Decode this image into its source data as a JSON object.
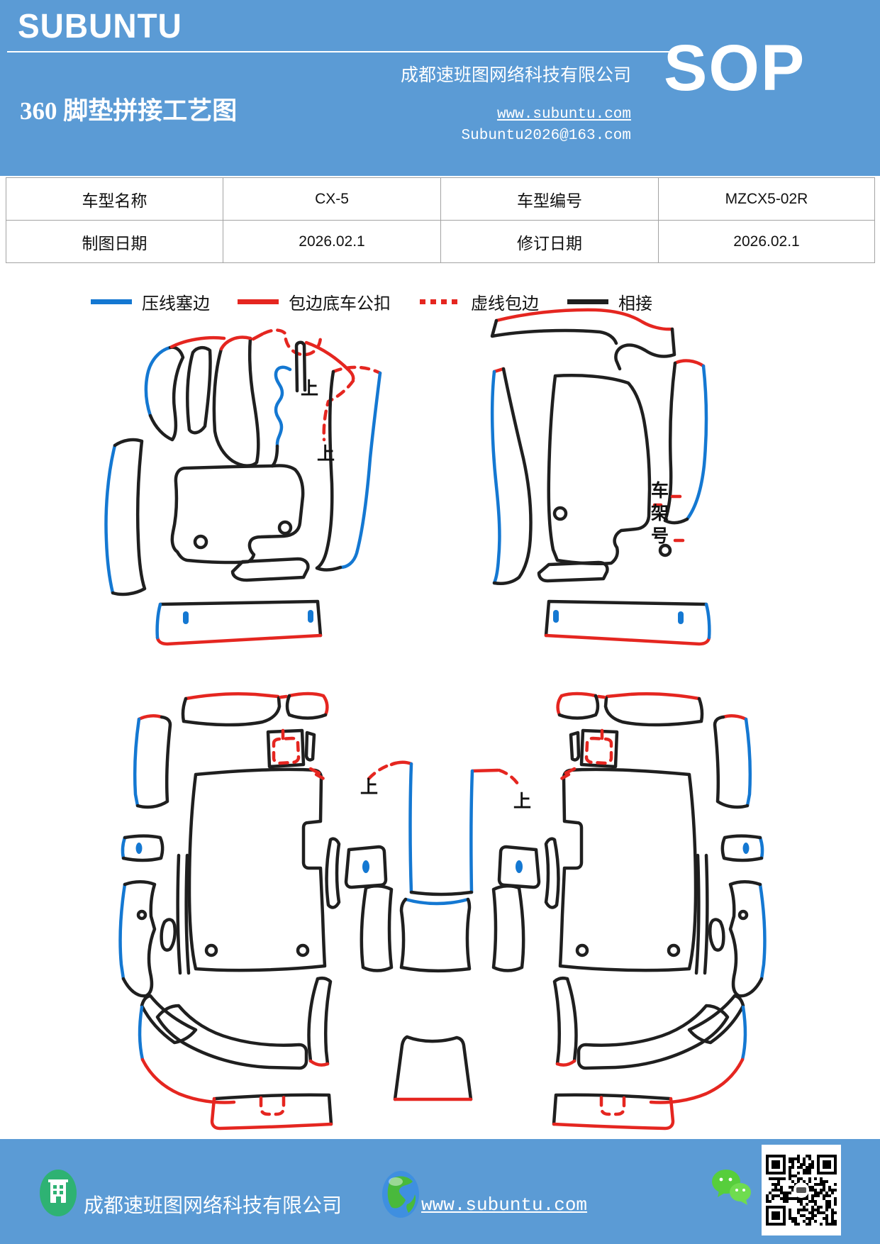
{
  "header": {
    "brand": "SUBUNTU",
    "company": "成都速班图网络科技有限公司",
    "sop_badge": "SOP",
    "title": "360 脚垫拼接工艺图",
    "website": "www.subuntu.com",
    "email": "Subuntu2026@163.com",
    "accent_color": "#5b9bd5"
  },
  "info_table": {
    "model_name_label": "车型名称",
    "model_name": "CX-5",
    "model_code_label": "车型编号",
    "model_code": "MZCX5-02R",
    "draw_date_label": "制图日期",
    "draw_date": "2026.02.1",
    "revise_date_label": "修订日期",
    "revise_date": "2026.02.1"
  },
  "legend": {
    "items": [
      {
        "label": "压线塞边",
        "color": "#1478d2",
        "style": "solid"
      },
      {
        "label": "包边底车公扣",
        "color": "#e52620",
        "style": "solid"
      },
      {
        "label": "虚线包边",
        "color": "#e52620",
        "style": "dashed"
      },
      {
        "label": "相接",
        "color": "#1f1f1f",
        "style": "solid"
      }
    ]
  },
  "diagram": {
    "up_mark": "上",
    "vin_chars": [
      "车",
      "架",
      "号"
    ],
    "line_colors": {
      "press_edge": "#1478d2",
      "bind_edge": "#e52620",
      "dashed_bind": "#e52620",
      "join": "#1f1f1f"
    }
  },
  "footer": {
    "company": "成都速班图网络科技有限公司",
    "website": "www.subuntu.com"
  }
}
